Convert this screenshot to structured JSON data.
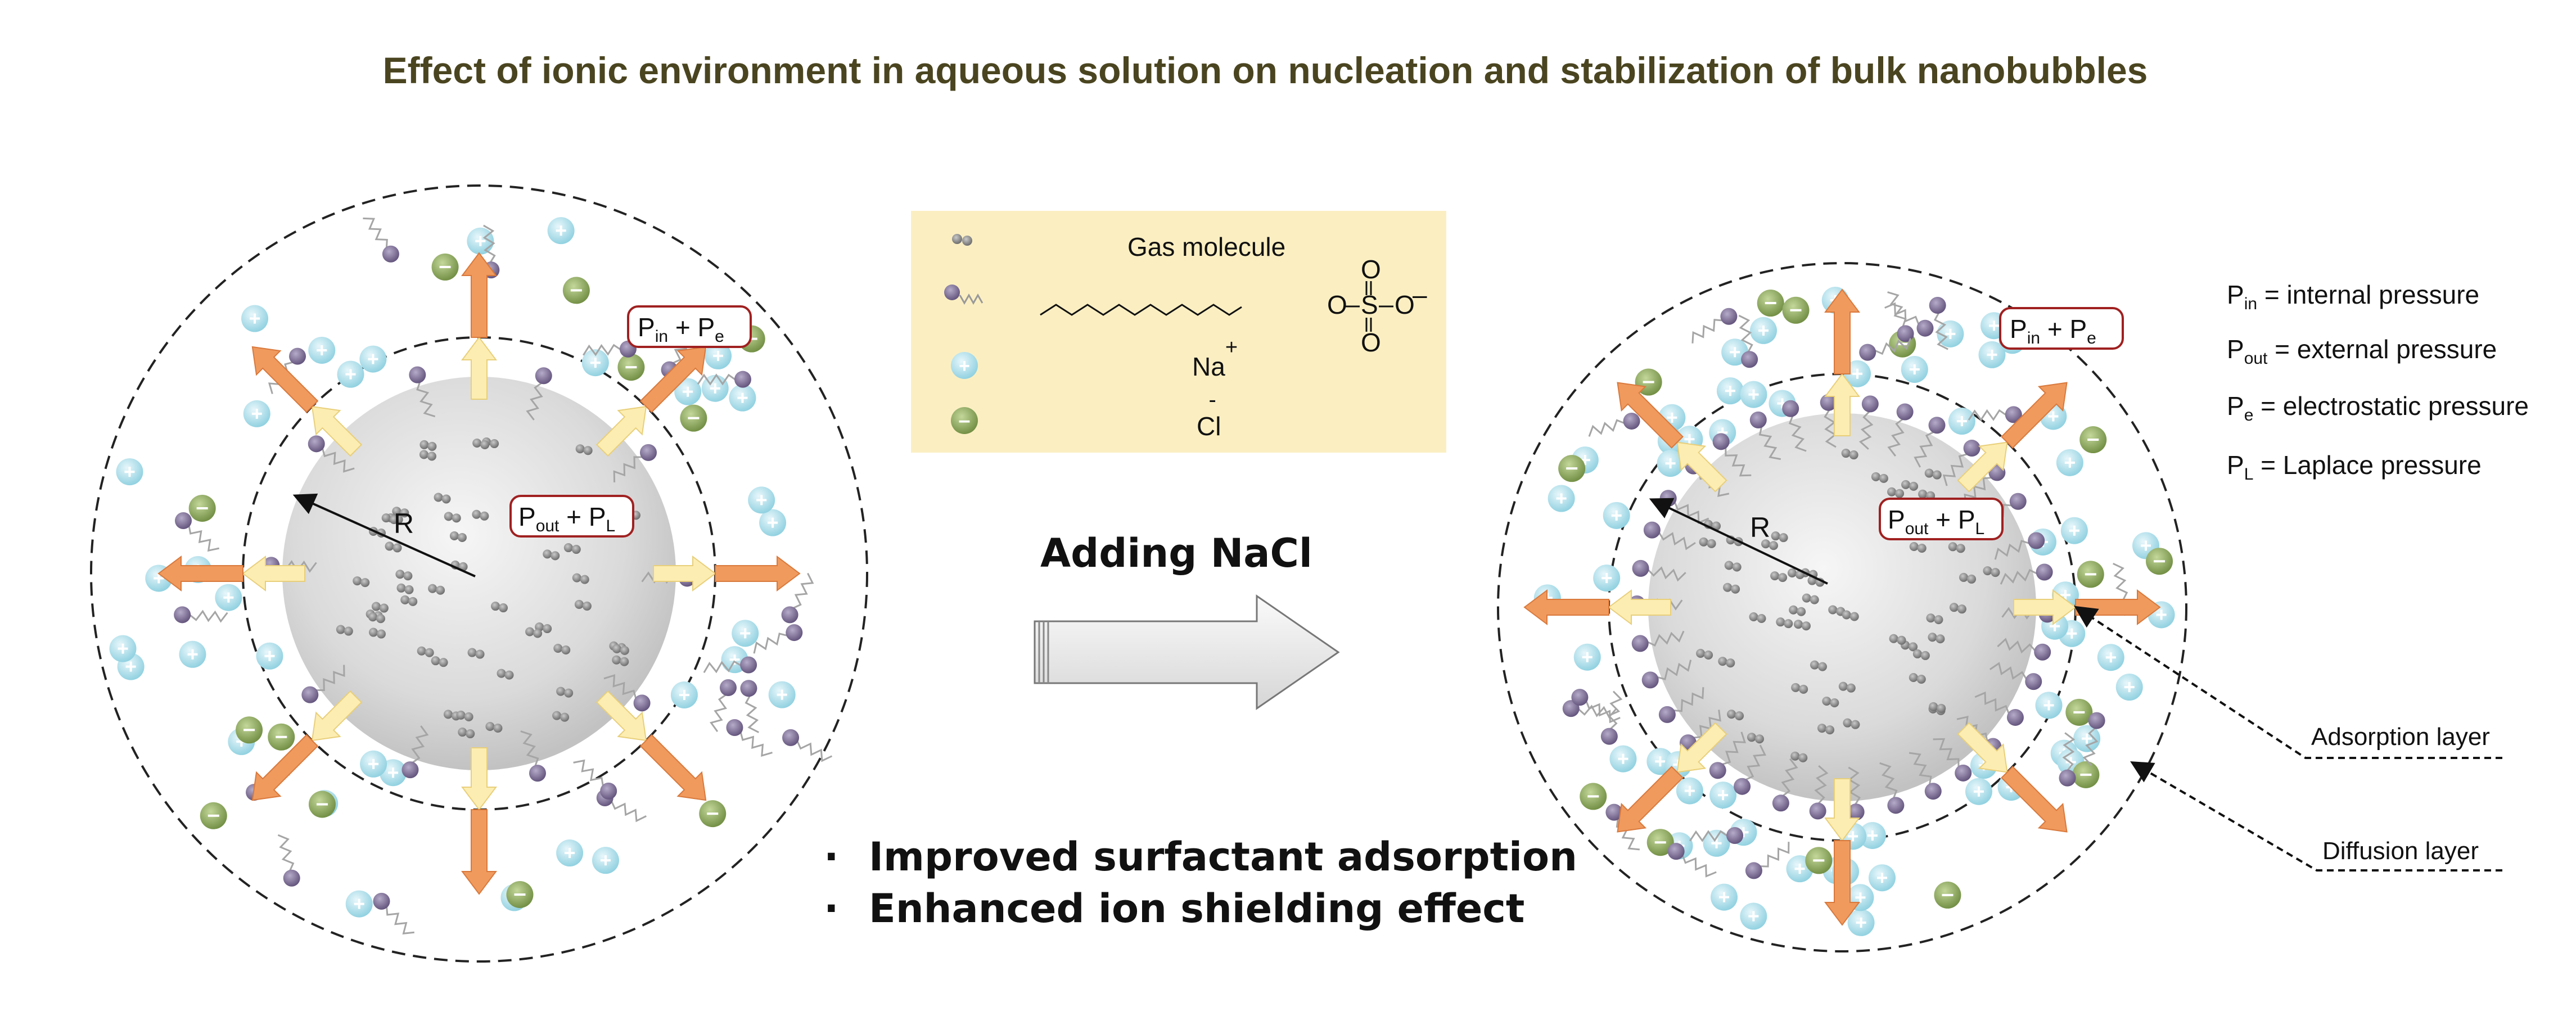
{
  "title": "Effect of ionic environment in aqueous solution on nucleation and stabilization of bulk nanobubbles",
  "left_bubble": {
    "radius_label": "R",
    "outer_pressure_label": {
      "main1": "P",
      "sub1": "in",
      "mid": " + P",
      "sub2": "e"
    },
    "inner_pressure_label": {
      "main1": "P",
      "sub1": "out",
      "mid": " + P",
      "sub2": "L"
    }
  },
  "right_bubble": {
    "radius_label": "R",
    "outer_pressure_label": {
      "main1": "P",
      "sub1": "in",
      "mid": " + P",
      "sub2": "e"
    },
    "inner_pressure_label": {
      "main1": "P",
      "sub1": "out",
      "mid": " + P",
      "sub2": "L"
    },
    "adsorption_layer_label": "Adsorption layer",
    "diffusion_layer_label": "Diffusion layer"
  },
  "legend": {
    "gas_molecule": "Gas molecule",
    "surfactant_tail_atoms": {
      "o": "O",
      "s": "S",
      "minus": "–"
    },
    "sodium": {
      "symbol": "Na",
      "charge": "+"
    },
    "chloride": {
      "symbol": "Cl",
      "charge": "-"
    }
  },
  "middle": {
    "action": "Adding NaCl",
    "bullets": [
      "Improved surfactant adsorption",
      "Enhanced ion shielding effect"
    ]
  },
  "definitions": [
    {
      "sym": "P",
      "sub": "in",
      "text": " = internal pressure"
    },
    {
      "sym": "P",
      "sub": "out",
      "text": " = external pressure"
    },
    {
      "sym": "P",
      "sub": "e",
      "text": " = electrostatic pressure"
    },
    {
      "sym": "P",
      "sub": "L",
      "text": " = Laplace pressure"
    }
  ],
  "colors": {
    "title": "#4a4520",
    "legend_bg": "#fbefc2",
    "cation": "#a8dce8",
    "anion": "#8aa55a",
    "surfactant_head": "#7c6f93",
    "label_border": "#a02020",
    "arrow_orange": "#f09a5e",
    "arrow_yellow": "#fcedb2"
  }
}
